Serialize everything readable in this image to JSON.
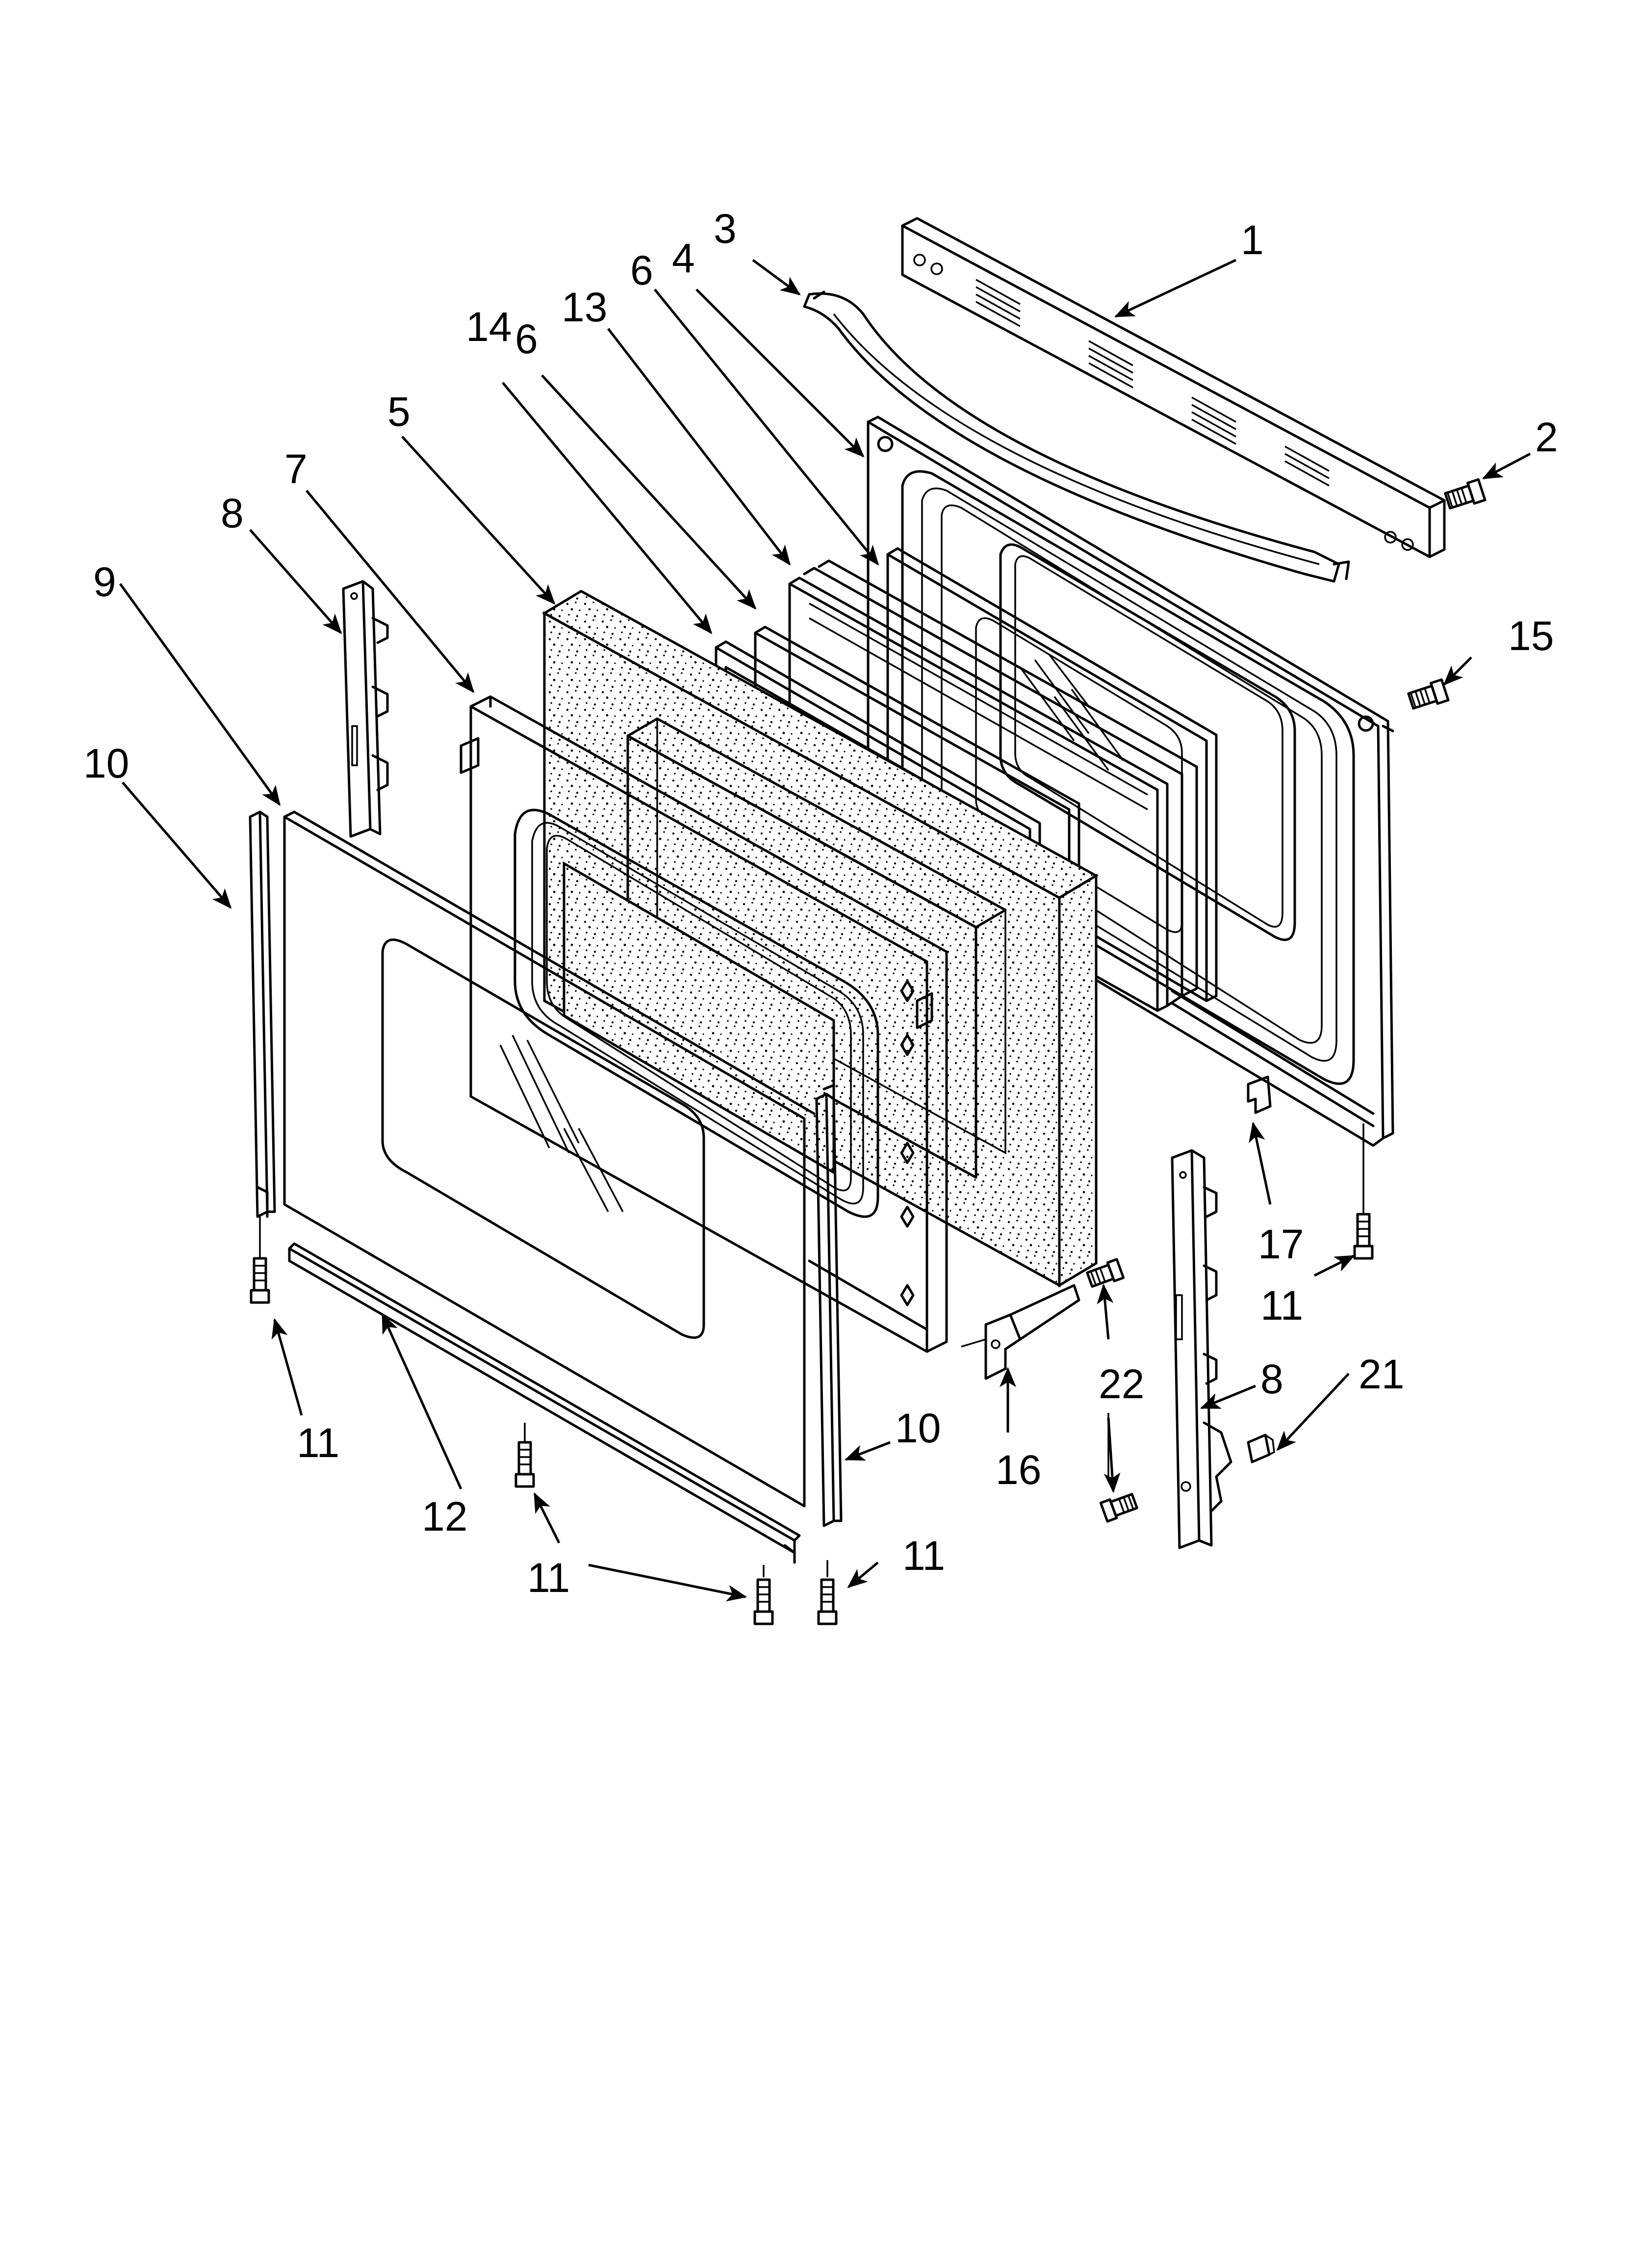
{
  "diagram": {
    "callouts": [
      {
        "id": "c1",
        "label": "1"
      },
      {
        "id": "c2",
        "label": "2"
      },
      {
        "id": "c3",
        "label": "3"
      },
      {
        "id": "c4",
        "label": "4"
      },
      {
        "id": "c5",
        "label": "5"
      },
      {
        "id": "c6a",
        "label": "6"
      },
      {
        "id": "c6b",
        "label": "6"
      },
      {
        "id": "c7",
        "label": "7"
      },
      {
        "id": "c8a",
        "label": "8"
      },
      {
        "id": "c8b",
        "label": "8"
      },
      {
        "id": "c9",
        "label": "9"
      },
      {
        "id": "c10a",
        "label": "10"
      },
      {
        "id": "c10b",
        "label": "10"
      },
      {
        "id": "c11a",
        "label": "11"
      },
      {
        "id": "c11b",
        "label": "11"
      },
      {
        "id": "c11c",
        "label": "11"
      },
      {
        "id": "c11d",
        "label": "11"
      },
      {
        "id": "c12",
        "label": "12"
      },
      {
        "id": "c13",
        "label": "13"
      },
      {
        "id": "c14",
        "label": "14"
      },
      {
        "id": "c15",
        "label": "15"
      },
      {
        "id": "c16",
        "label": "16"
      },
      {
        "id": "c17",
        "label": "17"
      },
      {
        "id": "c21",
        "label": "21"
      },
      {
        "id": "c22",
        "label": "22"
      }
    ]
  }
}
